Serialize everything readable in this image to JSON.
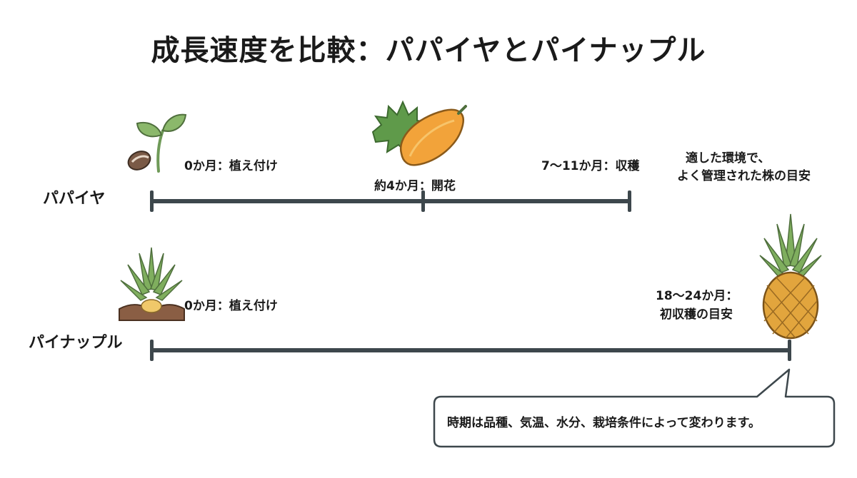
{
  "title": "成長速度を比較：パパイヤとパイナップル",
  "papaya": {
    "label": "パパイヤ",
    "milestones": [
      {
        "text": "0か月：植え付け",
        "month": 0
      },
      {
        "text": "約4か月：開花",
        "month": 4
      },
      {
        "text": "7〜11か月：収穫",
        "month": 11
      }
    ],
    "note_lines": [
      "適した環境で、",
      "よく管理された株の目安"
    ]
  },
  "pineapple": {
    "label": "パイナップル",
    "milestones": [
      {
        "text": "0か月：植え付け",
        "month": 0
      },
      {
        "text_lines": [
          "18〜24か月：",
          "初収穫の目安"
        ],
        "month": 24
      }
    ]
  },
  "callout": "時期は品種、気温、水分、栽培条件によって変わります。",
  "colors": {
    "bar": "#3d474c",
    "leaf": "#6f9a58",
    "papaya": "#f2a33a",
    "pineapple": "#e2a53d"
  },
  "icons": [
    "seedling-icon",
    "papaya-fruit-icon",
    "pineapple-crown-icon",
    "pineapple-fruit-icon"
  ]
}
